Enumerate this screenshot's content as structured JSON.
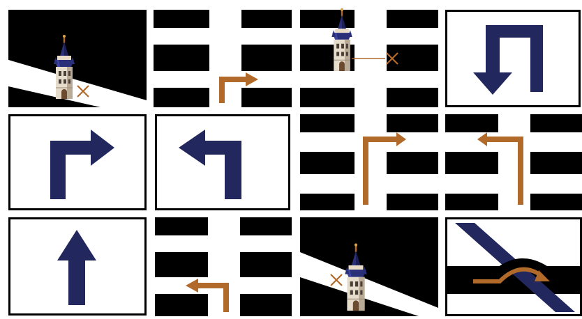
{
  "colors": {
    "navy": "#22285e",
    "brown": "#b26a2b",
    "black": "#000000",
    "white": "#ffffff"
  },
  "tiles": [
    {
      "id": "t1",
      "name": "tower-on-diagonal-road-tile",
      "icons": [
        "tower-icon",
        "x-mark-icon"
      ]
    },
    {
      "id": "t2",
      "name": "crossroads-right-turn-tile",
      "icons": [
        "turn-right-arrow-icon"
      ]
    },
    {
      "id": "t3",
      "name": "crossroads-tower-with-marker-tile",
      "icons": [
        "tower-icon",
        "x-mark-icon"
      ]
    },
    {
      "id": "t4",
      "name": "u-turn-tile",
      "icons": [
        "u-turn-arrow-icon"
      ]
    },
    {
      "id": "t5",
      "name": "turn-right-sign-tile",
      "icons": [
        "turn-right-arrow-icon"
      ]
    },
    {
      "id": "t6",
      "name": "turn-left-sign-tile",
      "icons": [
        "turn-left-arrow-icon"
      ]
    },
    {
      "id": "t7",
      "name": "crossroads-right-turn-path-tile",
      "icons": [
        "turn-right-arrow-icon"
      ]
    },
    {
      "id": "t8",
      "name": "crossroads-left-turn-path-tile",
      "icons": [
        "turn-left-arrow-icon"
      ]
    },
    {
      "id": "t9",
      "name": "straight-ahead-sign-tile",
      "icons": [
        "straight-arrow-icon"
      ]
    },
    {
      "id": "t10",
      "name": "crossroads-left-turn-bottom-tile",
      "icons": [
        "turn-left-arrow-icon"
      ]
    },
    {
      "id": "t11",
      "name": "tower-on-diagonal-road-mirrored-tile",
      "icons": [
        "tower-icon",
        "x-mark-icon"
      ]
    },
    {
      "id": "t12",
      "name": "overpass-crossing-tile",
      "icons": [
        "bridge-arrow-icon"
      ]
    }
  ]
}
